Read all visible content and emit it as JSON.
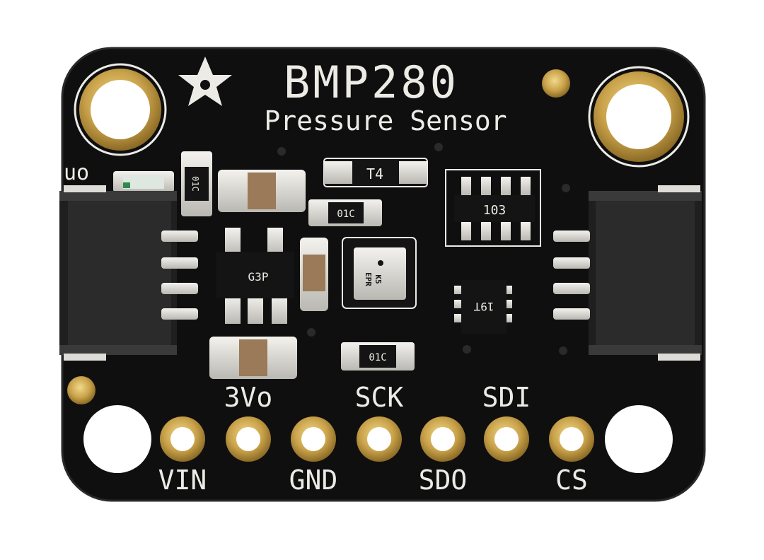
{
  "board": {
    "title": "BMP280",
    "subtitle": "Pressure Sensor",
    "colors": {
      "pcb": "#0f0f0f",
      "silkscreen": "#ecebe6",
      "gold": "#c9a24a",
      "component_body": "#d9d7cf",
      "capacitor_tan": "#9a7a58"
    }
  },
  "markings": {
    "resistor_left": "01C",
    "transistor": "T4",
    "resistor_mid": "01C",
    "resistor_network": "103",
    "regulator": "G3P",
    "sensor_line1": "EPR",
    "sensor_line2": "K5",
    "level_shifter": "19T",
    "resistor_bottom": "01C",
    "connector_left_edge": "uo"
  },
  "pins_top_labels": [
    "3Vo",
    "SCK",
    "SDI"
  ],
  "pins_bottom_labels": [
    "VIN",
    "GND",
    "SDO",
    "CS"
  ]
}
